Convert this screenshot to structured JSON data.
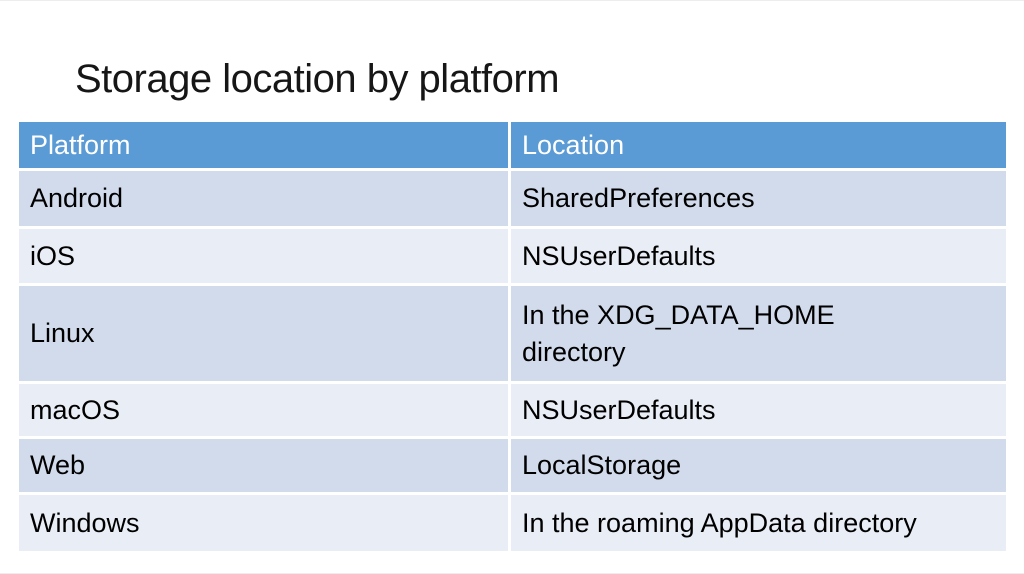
{
  "title": "Storage location by platform",
  "colors": {
    "header_bg": "#5B9BD5",
    "header_text": "#FFFFFF",
    "band_dark": "#D2DBEB",
    "band_light": "#E9EDF5"
  },
  "table": {
    "columns": [
      "Platform",
      "Location"
    ],
    "rows": [
      {
        "platform": "Android",
        "location": "SharedPreferences"
      },
      {
        "platform": "iOS",
        "location": "NSUserDefaults"
      },
      {
        "platform": "Linux",
        "location": "In the XDG_DATA_HOME\ndirectory"
      },
      {
        "platform": "macOS",
        "location": "NSUserDefaults"
      },
      {
        "platform": "Web",
        "location": "LocalStorage"
      },
      {
        "platform": "Windows",
        "location": "In the roaming AppData directory"
      }
    ]
  }
}
